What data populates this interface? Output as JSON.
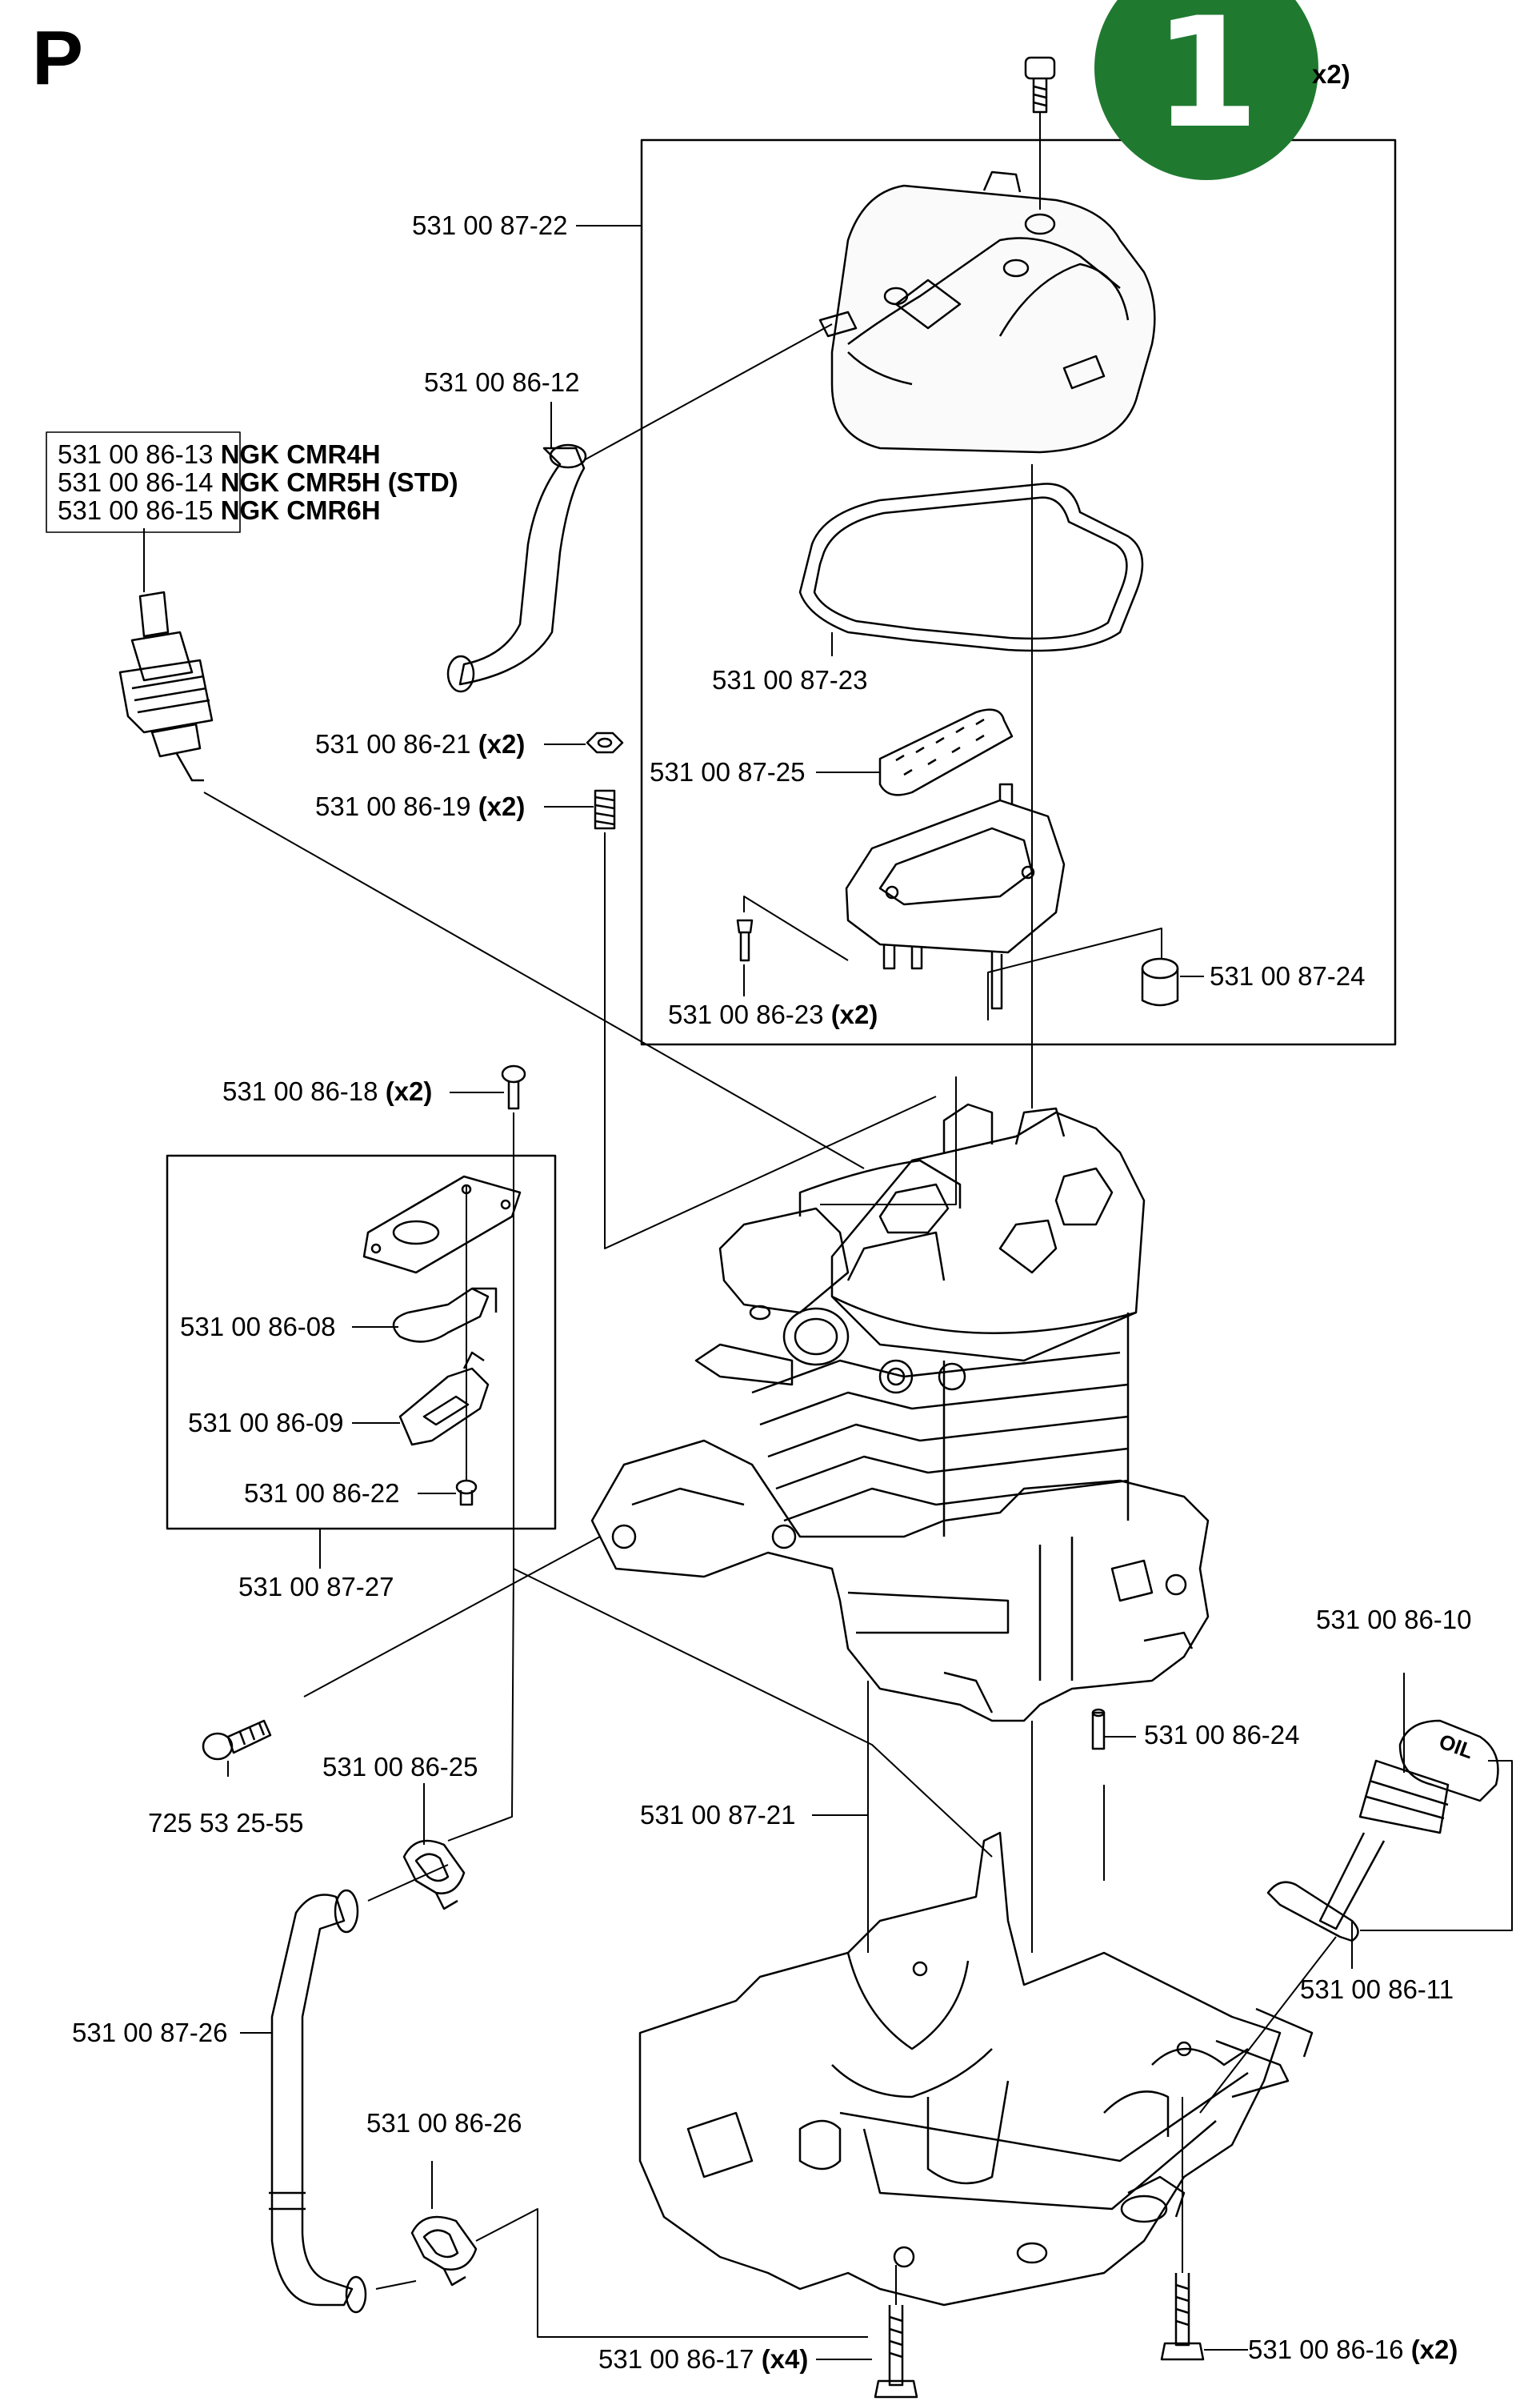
{
  "section": {
    "letter": "P"
  },
  "badge": {
    "number": "1"
  },
  "labels": {
    "top_screw_qty": "x2)",
    "cover": "531 00 87-22",
    "hose": "531 00 86-12",
    "spark_plug_1_pn": "531 00 86-13",
    "spark_plug_1_type": "NGK CMR4H",
    "spark_plug_2_pn": "531 00 86-14",
    "spark_plug_2_type": "NGK CMR5H (STD)",
    "spark_plug_3_pn": "531 00 86-15",
    "spark_plug_3_type": "NGK CMR6H",
    "gasket": "531 00 87-23",
    "nut_pn": "531 00 86-21",
    "nut_qty": "(x2)",
    "stud_pn": "531 00 86-19",
    "stud_qty": "(x2)",
    "filter": "531 00 87-25",
    "bracket_screw_pn": "531 00 86-23",
    "bracket_screw_qty": "(x2)",
    "bushing": "531 00 87-24",
    "screw18_pn": "531 00 86-18",
    "screw18_qty": "(x2)",
    "valve_spring": "531 00 86-08",
    "valve_plate": "531 00 86-09",
    "valve_screw": "531 00 86-22",
    "valve_kit": "531 00 87-27",
    "dowel": "531 00 86-24",
    "oil_cap": "531 00 86-10",
    "bolt": "725 53 25-55",
    "clamp_top": "531 00 86-25",
    "crankcase": "531 00 87-21",
    "oil_ring": "531 00 86-11",
    "breather_hose": "531 00 87-26",
    "clamp_bottom": "531 00 86-26",
    "bottom_screw_pn": "531 00 86-17",
    "bottom_screw_qty": "(x4)",
    "right_screw_pn": "531 00 86-16",
    "right_screw_qty": "(x2)"
  },
  "colors": {
    "badge": "#1f7a30",
    "line": "#000000"
  }
}
